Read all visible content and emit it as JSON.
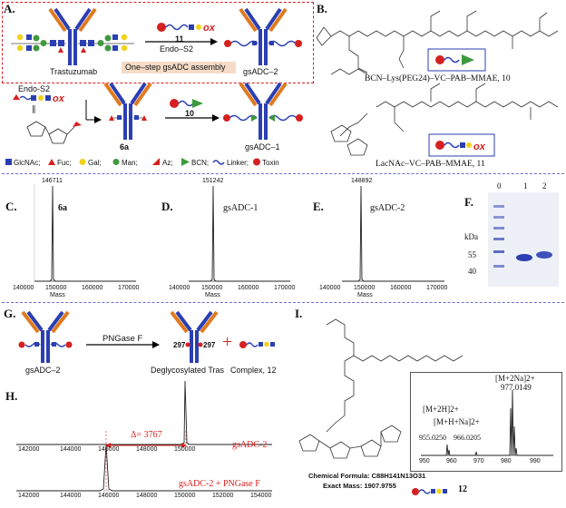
{
  "panels": {
    "A": {
      "label": "A.",
      "trastuzumab": "Trastuzumab",
      "endo": "Endo–S2",
      "reagent": "11",
      "assembly": "One–step gsADC assembly",
      "product": "gsADC–2",
      "endo2": "Endo-S2",
      "reagent2": "10",
      "intermediate": "6a",
      "product2": "gsADC–1",
      "equiv": "∥",
      "ox": "ox",
      "legend": [
        "GlcNAc;",
        "Fuc;",
        "Gal;",
        "Man;",
        "Az;",
        "BCN;",
        "Linker;",
        "Toxin"
      ]
    },
    "B": {
      "label": "B.",
      "compound10": "BCN–Lys(PEG24)–VC–PAB–MMAE, 10",
      "compound11": "LacNAc–VC–PAB–MMAE, 11",
      "ox": "ox"
    },
    "C": {
      "label": "C.",
      "peak": "146711",
      "name": "6a",
      "xticks": [
        "140000",
        "150000",
        "160000",
        "170000"
      ],
      "xlabel": "Mass"
    },
    "D": {
      "label": "D.",
      "peak": "151242",
      "name": "gsADC-1",
      "xticks": [
        "140000",
        "150000",
        "160000",
        "170000"
      ],
      "xlabel": "Mass"
    },
    "E": {
      "label": "E.",
      "peak": "148892",
      "name": "gsADC-2",
      "xticks": [
        "140000",
        "150000",
        "160000",
        "170000"
      ],
      "xlabel": "Mass"
    },
    "F": {
      "label": "F.",
      "lanes": [
        "0",
        "1",
        "2"
      ],
      "kda": "kDa",
      "marks": [
        "55",
        "40"
      ]
    },
    "G": {
      "label": "G.",
      "left": "gsADC–2",
      "enzyme": "PNGase F",
      "site1": "297",
      "site2": "297",
      "middle": "Deglycosylated Tras",
      "plus": "+",
      "right": "Complex, 12"
    },
    "H": {
      "label": "H.",
      "delta": "Δ= 3767",
      "trace1": "gsADC-2",
      "trace2": "gsADC-2 + PNGase F",
      "xticks": [
        "142000",
        "144000",
        "146000",
        "148000",
        "150000",
        "152000",
        "154000"
      ]
    },
    "I": {
      "label": "I.",
      "formula": "Chemical Formula: C88H141N13O31",
      "mass": "Exact Mass: 1907.9755",
      "compound": "12",
      "ms1": "[M+2Na]2+",
      "ms1v": "977.0149",
      "ms2": "[M+2H]2+",
      "ms2v": "955.0250",
      "ms3": "[M+H+Na]2+",
      "ms3v": "966.0205",
      "xticks": [
        "950",
        "960",
        "970",
        "980",
        "990"
      ]
    }
  },
  "colors": {
    "red": "#d62020",
    "blue": "#2b3fb3",
    "orange": "#e07a1e",
    "green": "#3f9a3f",
    "yellow": "#f2d21a",
    "dash": "#6b6bd0"
  }
}
